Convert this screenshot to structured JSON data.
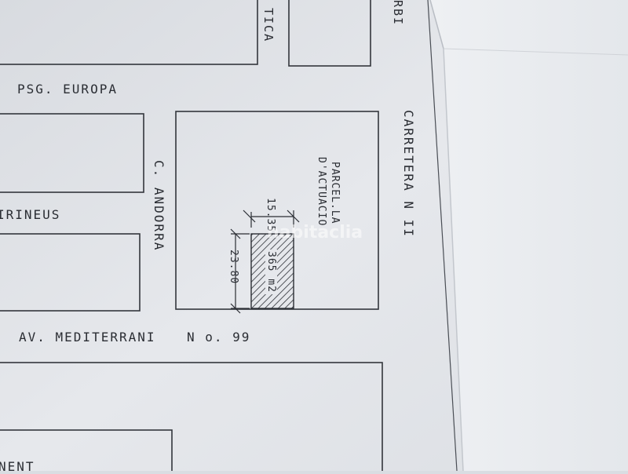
{
  "streets": {
    "top_right": "RBI",
    "top_middle": "TICA",
    "psg_europa": "PSG. EUROPA",
    "pirineus": "IRINEUS",
    "c_andorra": "C. ANDORRA",
    "carretera": "CARRETERA N II",
    "av_mediterrani": "AV. MEDITERRANI",
    "number": "N o. 99",
    "bottom_left": "NENT"
  },
  "parcel": {
    "title_line1": "PARCEL.LA",
    "title_line2": "D'ACTUACIO",
    "width_dim": "15.35",
    "depth_dim": "23.80",
    "area": "365 m2"
  },
  "watermark": "habitaclia",
  "colors": {
    "paper": "#e8eaee",
    "ink": "#2a2d33"
  }
}
